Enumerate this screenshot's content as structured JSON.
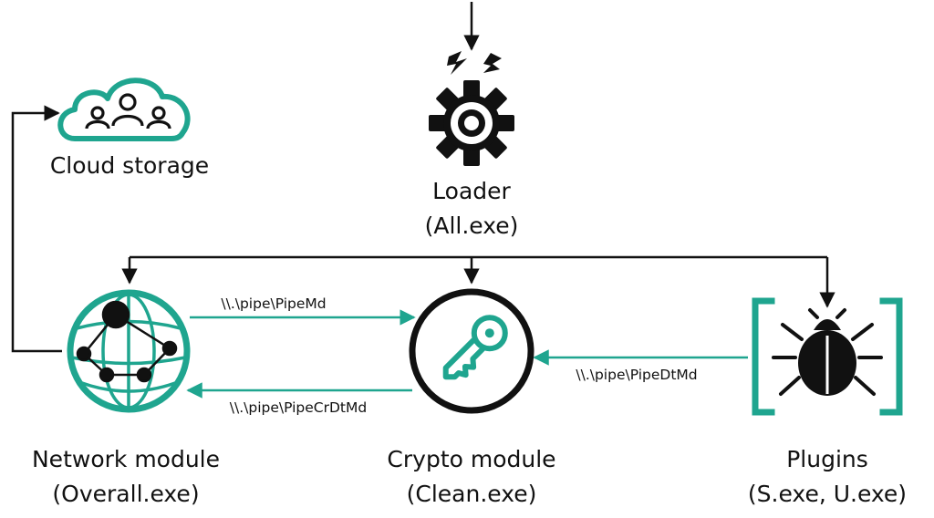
{
  "colors": {
    "accent": "#1fa58f",
    "ink": "#111111",
    "background": "#ffffff"
  },
  "icons": {
    "cloud": "cloud-users-icon",
    "loader": "gear-icon",
    "network": "globe-network-icon",
    "crypto": "key-icon",
    "plugins": "bug-icon",
    "lightning": "lightning-icon"
  },
  "nodes": {
    "cloud": {
      "label": "Cloud storage"
    },
    "loader": {
      "label": "Loader",
      "sublabel": "(All.exe)"
    },
    "network": {
      "label": "Network module",
      "sublabel": "(Overall.exe)"
    },
    "crypto": {
      "label": "Crypto module",
      "sublabel": "(Clean.exe)"
    },
    "plugins": {
      "label": "Plugins",
      "sublabel": "(S.exe, U.exe)"
    }
  },
  "pipes": {
    "net_to_crypto": "\\\\.\\pipe\\PipeMd",
    "crypto_to_net": "\\\\.\\pipe\\PipeCrDtMd",
    "plugins_to_crypto": "\\\\.\\pipe\\PipeDtMd"
  }
}
